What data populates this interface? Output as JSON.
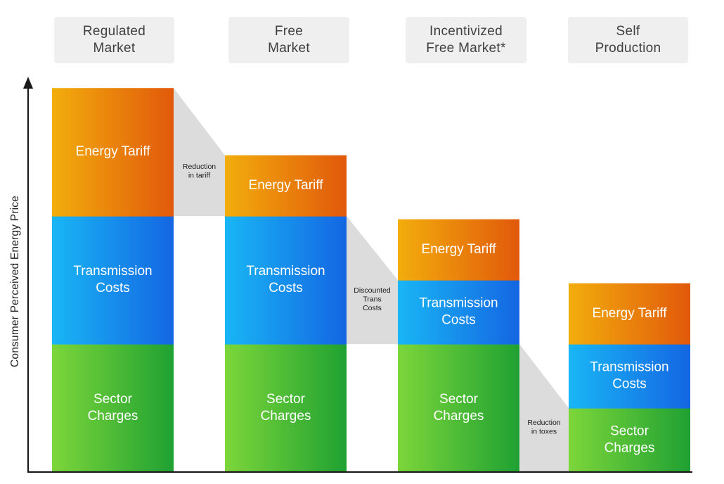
{
  "chart_data": {
    "type": "bar",
    "stacked": true,
    "categories": [
      "Regulated\nMarket",
      "Free\nMarket",
      "Incentivized\nFree Market*",
      "Self\nProduction"
    ],
    "series": [
      {
        "name": "Sector\nCharges",
        "values": [
          2.0,
          2.0,
          2.0,
          1.0
        ],
        "color_start": "#7cd63a",
        "color_end": "#1fa132"
      },
      {
        "name": "Transmission\nCosts",
        "values": [
          2.0,
          2.0,
          1.0,
          1.0
        ],
        "color_start": "#19b6f5",
        "color_end": "#1466e2"
      },
      {
        "name": "Energy Tariff",
        "values": [
          2.0,
          0.95,
          0.95,
          0.95
        ],
        "color_start": "#f2ad0c",
        "color_end": "#e1590b"
      }
    ],
    "bridges": [
      {
        "label": "Reduction\nin tariff",
        "between": [
          0,
          1
        ],
        "series": 2
      },
      {
        "label": "Discounted\nTrans\nCosts",
        "between": [
          1,
          2
        ],
        "series": 1
      },
      {
        "label": "Reduction\nin toxes",
        "between": [
          2,
          3
        ],
        "series": 0
      }
    ],
    "xlabel": "",
    "ylabel": "Consumer Perceived Energy Price",
    "ylim": [
      0,
      6.2
    ],
    "axis_arrow": true,
    "grid": false,
    "legend": "none",
    "colors": {
      "bridge": "#dcdcdc",
      "axis": "#1a1a1a",
      "header_bg": "#efefef",
      "bar_text": "#ffffff",
      "bridge_text": "#1a1a1a"
    }
  }
}
